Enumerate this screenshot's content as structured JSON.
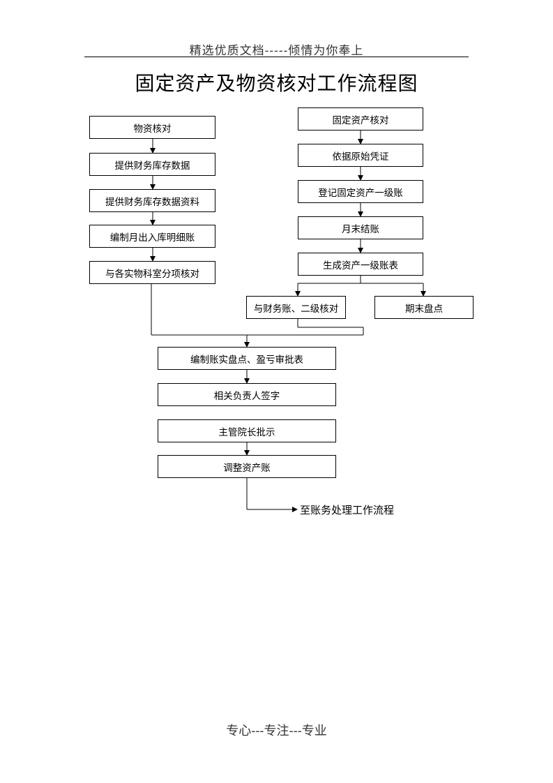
{
  "header": {
    "text": "精选优质文档-----倾情为你奉上"
  },
  "title": "固定资产及物资核对工作流程图",
  "left_column": [
    "物资核对",
    "提供财务库存数据",
    "提供财务库存数据资料",
    "编制月出入库明细账",
    "与各实物科室分项核对"
  ],
  "right_column": [
    "固定资产核对",
    "依据原始凭证",
    "登记固定资产一级账",
    "月末结账",
    "生成资产一级账表"
  ],
  "branch": [
    "与财务账、二级核对",
    "期末盘点"
  ],
  "bottom_column": [
    "编制账实盘点、盈亏审批表",
    "相关负责人签字",
    "主管院长批示",
    "调整资产账"
  ],
  "exit_label": "至账务处理工作流程",
  "footer": {
    "text": "专心---专注---专业"
  }
}
